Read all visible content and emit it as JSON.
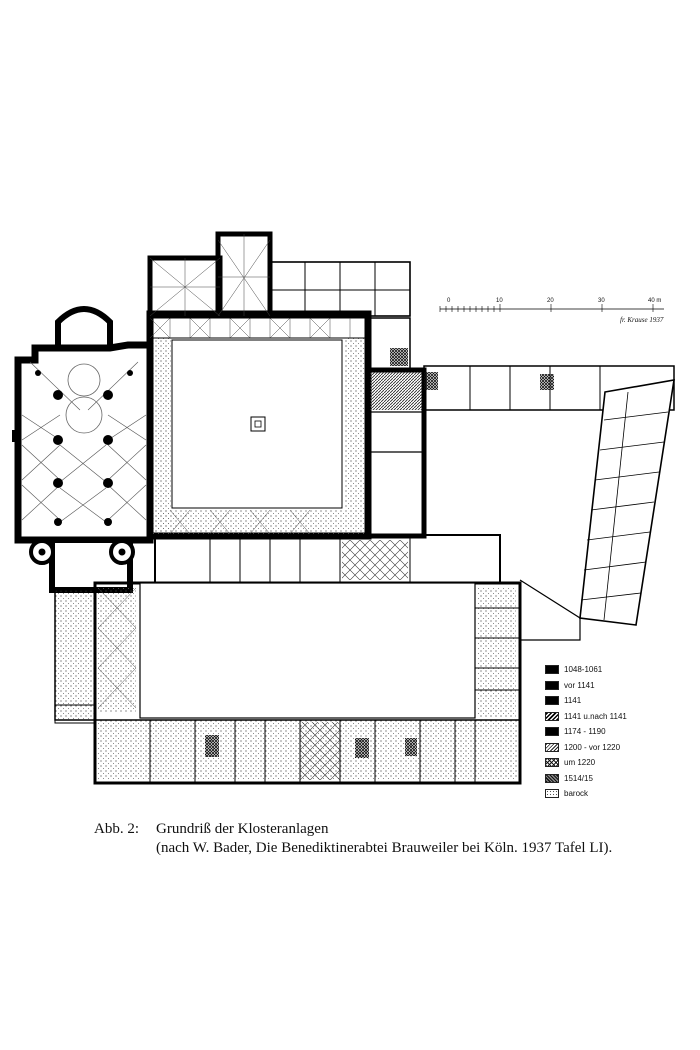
{
  "scale_bar": {
    "ticks": [
      "0",
      "10",
      "20",
      "30",
      "40 m"
    ]
  },
  "signature": "fr. Krause 1937",
  "legend": {
    "items": [
      {
        "label": "1048-1061",
        "pattern": "solid-black"
      },
      {
        "label": "vor 1141",
        "pattern": "solid-black"
      },
      {
        "label": "1141",
        "pattern": "solid-black"
      },
      {
        "label": "1141 u.nach 1141",
        "pattern": "hatch-dark"
      },
      {
        "label": "1174 - 1190",
        "pattern": "solid-black"
      },
      {
        "label": "1200 - vor 1220",
        "pattern": "hatch-medium"
      },
      {
        "label": "um 1220",
        "pattern": "crosshatch"
      },
      {
        "label": "1514/15",
        "pattern": "dense-hatch"
      },
      {
        "label": "barock",
        "pattern": "stipple"
      }
    ]
  },
  "caption": {
    "label": "Abb. 2:",
    "line1": "Grundriß der Klosteranlagen",
    "line2": "(nach W. Bader, Die Benediktinerabtei Brauweiler bei Köln. 1937 Tafel LI)."
  }
}
